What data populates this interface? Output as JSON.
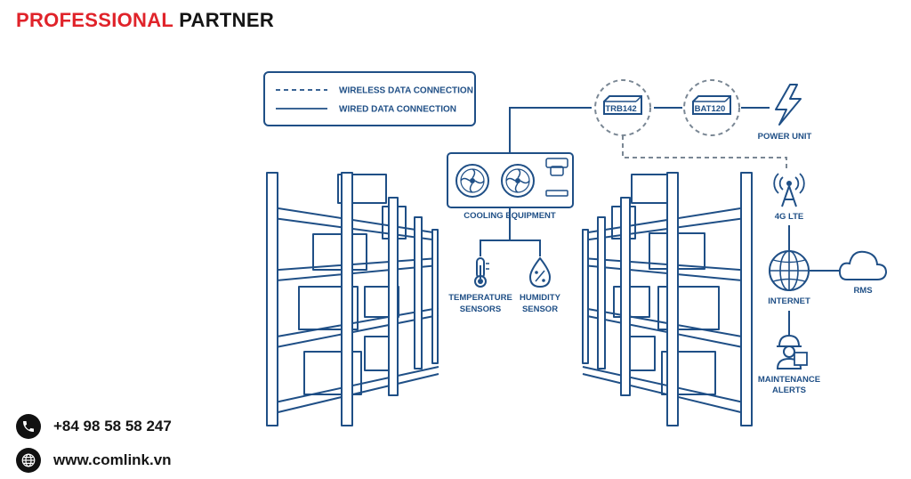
{
  "brand": {
    "word1": "PROFESSIONAL",
    "word2": "PARTNER"
  },
  "legend": {
    "wireless": "WIRELESS DATA CONNECTION",
    "wired": "WIRED DATA CONNECTION"
  },
  "devices": {
    "router": "TRB142",
    "battery": "BAT120"
  },
  "labels": {
    "power_unit": "POWER UNIT",
    "lte": "4G LTE",
    "internet": "INTERNET",
    "rms": "RMS",
    "maintenance_line1": "MAINTENANCE",
    "maintenance_line2": "ALERTS",
    "cooling": "COOLING EQUIPMENT",
    "temp_line1": "TEMPERATURE",
    "temp_line2": "SENSORS",
    "humidity_line1": "HUMIDITY",
    "humidity_line2": "SENSOR"
  },
  "contact": {
    "phone": "+84 98 58 58 247",
    "website": "www.comlink.vn"
  },
  "colors": {
    "line": "#1f4f86",
    "dashed": "#7a8794",
    "brand_red": "#e0232a"
  }
}
